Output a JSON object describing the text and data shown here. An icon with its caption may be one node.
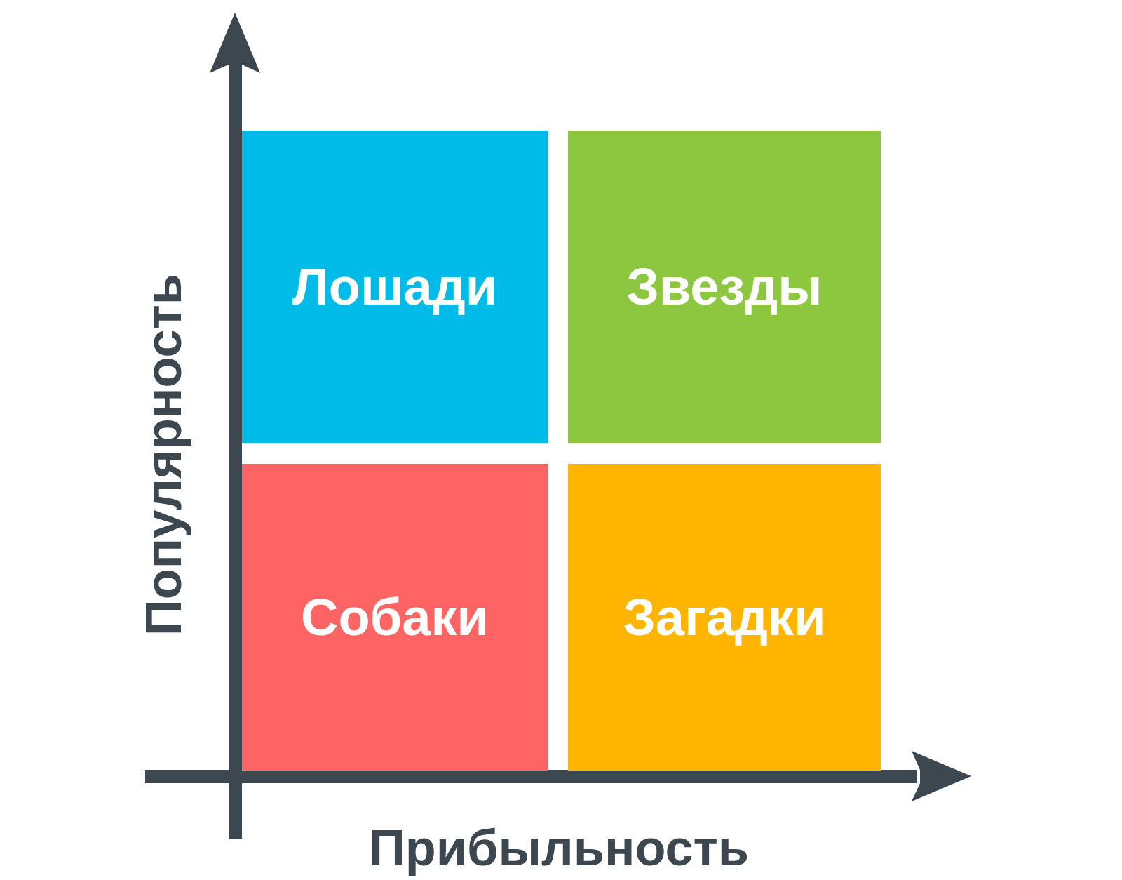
{
  "diagram": {
    "nodes": [
      {
        "text": [
          "Лошади"
        ]
      },
      {
        "text": [
          "Звезды"
        ]
      },
      {
        "text": [
          "Собаки"
        ]
      },
      {
        "text": [
          "Загадки"
        ]
      }
    ],
    "labels": [
      "Популярность",
      "Прибыльность"
    ]
  }
}
